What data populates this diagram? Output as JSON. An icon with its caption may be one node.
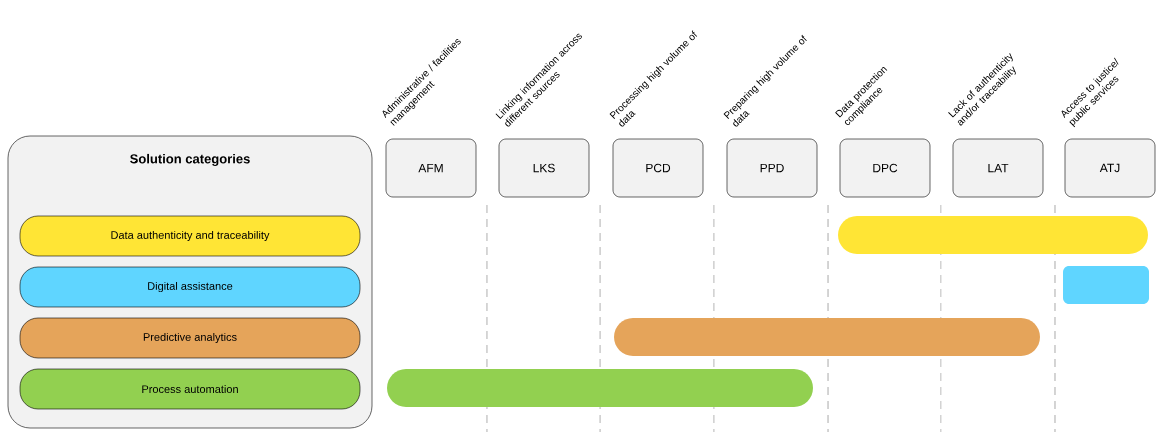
{
  "diagram": {
    "nodes": [
      {
        "text": [
          "Solution categories"
        ]
      },
      {
        "text": [
          "Data authenticity and traceability"
        ],
        "in": 0
      },
      {
        "text": [
          "Digital assistance"
        ],
        "in": 0
      },
      {
        "text": [
          "Predictive analytics"
        ],
        "in": 0
      },
      {
        "text": [
          "Process automation"
        ],
        "in": 0
      },
      {
        "text": [
          "AFM"
        ],
        "beside": [
          "Administrative / facilities management"
        ]
      },
      {
        "text": [
          "LKS"
        ],
        "beside": [
          "Linking information across different sources"
        ]
      },
      {
        "text": [
          "PCD"
        ],
        "beside": [
          "Processing high volume of data"
        ]
      },
      {
        "text": [
          "PPD"
        ],
        "beside": [
          "Preparing high volume of data"
        ]
      },
      {
        "text": [
          "DPC"
        ],
        "beside": [
          "Data protection compliance"
        ]
      },
      {
        "text": [
          "LAT"
        ],
        "beside": [
          "Lack of authenticity and/or traceability"
        ]
      },
      {
        "text": [
          "ATJ"
        ],
        "beside": [
          "Access to justice/ public services"
        ]
      },
      {
        "text": [],
        "shape": "bar"
      },
      {
        "text": [],
        "shape": "bar"
      },
      {
        "text": [],
        "shape": "bar"
      },
      {
        "text": [],
        "shape": "bar"
      }
    ]
  }
}
